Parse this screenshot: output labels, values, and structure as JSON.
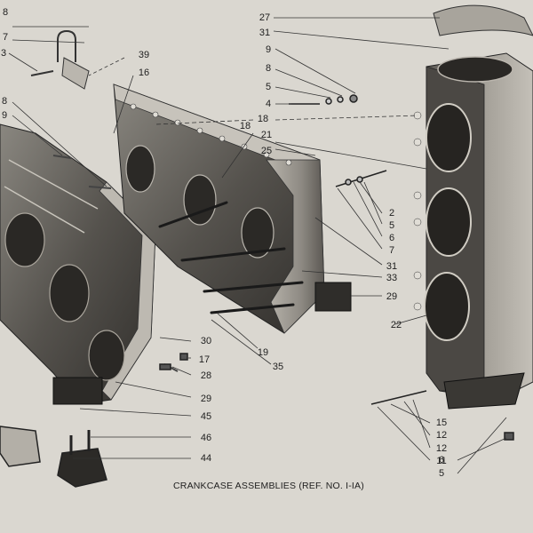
{
  "caption": "CRANKCASE ASSEMBLIES (REF. NO. I-IA)",
  "callouts": [
    {
      "id": "c1",
      "label": "8"
    },
    {
      "id": "c2",
      "label": "7"
    },
    {
      "id": "c3",
      "label": "3"
    },
    {
      "id": "c4",
      "label": "39"
    },
    {
      "id": "c5",
      "label": "16"
    },
    {
      "id": "c6",
      "label": "8"
    },
    {
      "id": "c7",
      "label": "9"
    },
    {
      "id": "c8",
      "label": "27"
    },
    {
      "id": "c9",
      "label": "31"
    },
    {
      "id": "c10",
      "label": "9"
    },
    {
      "id": "c11",
      "label": "8"
    },
    {
      "id": "c12",
      "label": "5"
    },
    {
      "id": "c13",
      "label": "4"
    },
    {
      "id": "c14",
      "label": "18"
    },
    {
      "id": "c15",
      "label": "18"
    },
    {
      "id": "c16",
      "label": "21"
    },
    {
      "id": "c17",
      "label": "25"
    },
    {
      "id": "c18",
      "label": "2"
    },
    {
      "id": "c19",
      "label": "5"
    },
    {
      "id": "c20",
      "label": "6"
    },
    {
      "id": "c21",
      "label": "7"
    },
    {
      "id": "c22",
      "label": "31"
    },
    {
      "id": "c23",
      "label": "33"
    },
    {
      "id": "c24",
      "label": "29"
    },
    {
      "id": "c25",
      "label": "22"
    },
    {
      "id": "c26",
      "label": "19"
    },
    {
      "id": "c27",
      "label": "35"
    },
    {
      "id": "c28",
      "label": "30"
    },
    {
      "id": "c29",
      "label": "17"
    },
    {
      "id": "c30",
      "label": "28"
    },
    {
      "id": "c31",
      "label": "29"
    },
    {
      "id": "c32",
      "label": "45"
    },
    {
      "id": "c33",
      "label": "46"
    },
    {
      "id": "c34",
      "label": "44"
    },
    {
      "id": "c35",
      "label": "15"
    },
    {
      "id": "c36",
      "label": "12"
    },
    {
      "id": "c37",
      "label": "12"
    },
    {
      "id": "c38",
      "label": "11"
    },
    {
      "id": "c39",
      "label": "6"
    },
    {
      "id": "c40",
      "label": "5"
    }
  ]
}
